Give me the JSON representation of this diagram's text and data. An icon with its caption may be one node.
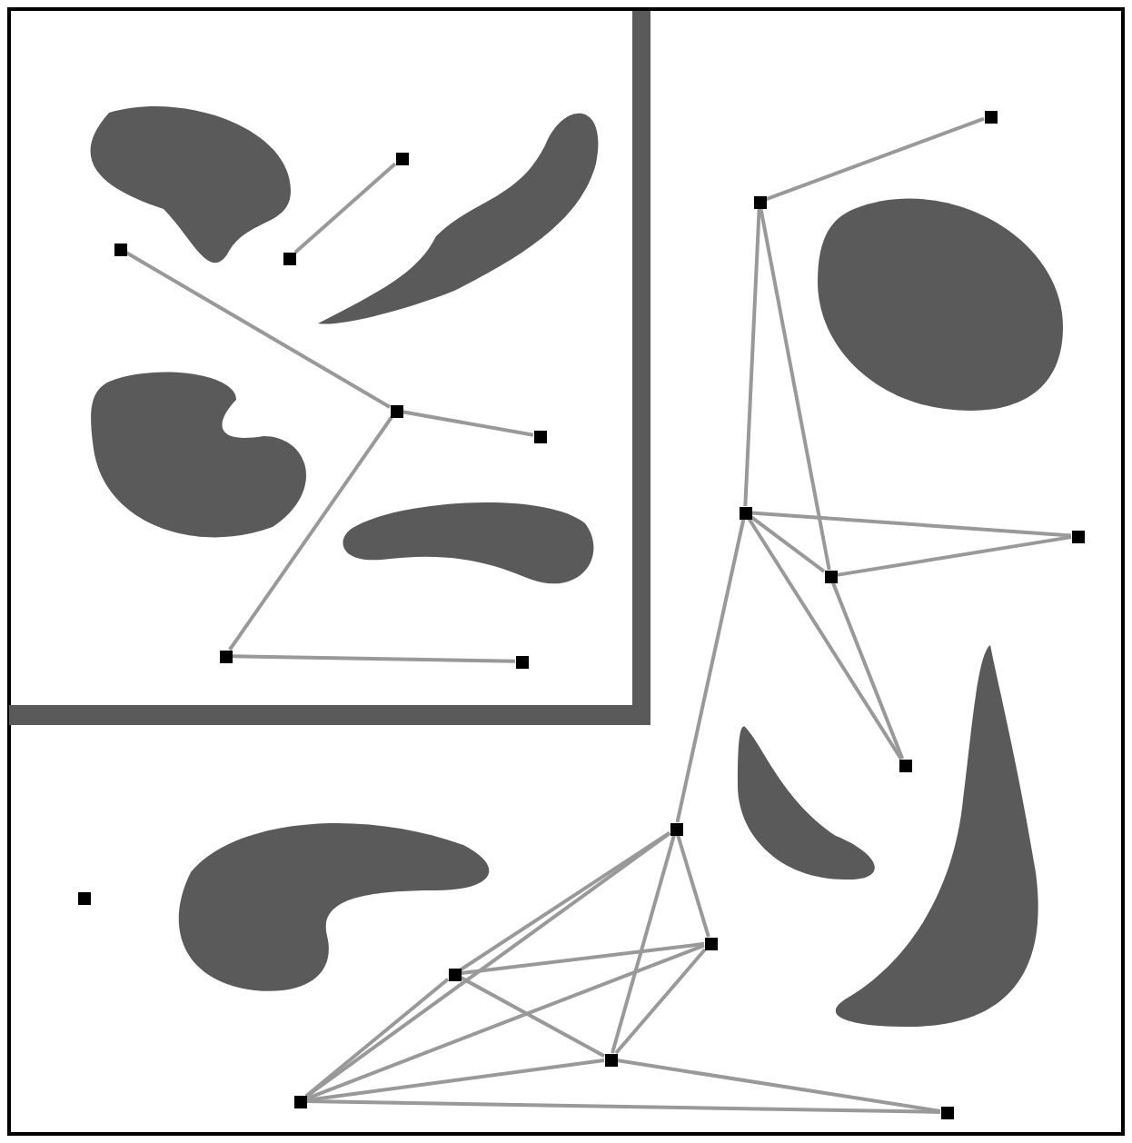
{
  "diagram": {
    "nodes": [
      {
        "text": [],
        "shape": "box"
      },
      {
        "text": [],
        "shape": "box"
      },
      {
        "text": [],
        "shape": "box"
      },
      {
        "text": [],
        "shape": "box"
      },
      {
        "text": [],
        "shape": "box"
      },
      {
        "text": [],
        "shape": "box"
      },
      {
        "text": [],
        "shape": "box"
      },
      {
        "text": [],
        "shape": "box"
      },
      {
        "text": [],
        "shape": "box"
      },
      {
        "text": [],
        "shape": "box"
      },
      {
        "text": [],
        "shape": "box"
      },
      {
        "text": [],
        "shape": "box"
      },
      {
        "text": [],
        "shape": "box"
      },
      {
        "text": [],
        "shape": "box"
      },
      {
        "text": [],
        "shape": "box"
      },
      {
        "text": [],
        "shape": "box"
      },
      {
        "text": [],
        "shape": "box"
      },
      {
        "text": [],
        "shape": "box"
      },
      {
        "text": [],
        "shape": "box"
      },
      {
        "text": [],
        "shape": "box"
      }
    ],
    "edges": [
      {
        "from": 0,
        "to": 1,
        "arrow": "none"
      },
      {
        "from": 2,
        "to": 3,
        "arrow": "none"
      },
      {
        "from": 3,
        "to": 4,
        "arrow": "none"
      },
      {
        "from": 3,
        "to": 5,
        "arrow": "none"
      },
      {
        "from": 5,
        "to": 6,
        "arrow": "none"
      },
      {
        "from": 7,
        "to": 8,
        "arrow": "none"
      },
      {
        "from": 8,
        "to": 9,
        "arrow": "none"
      },
      {
        "from": 8,
        "to": 11,
        "arrow": "none"
      },
      {
        "from": 9,
        "to": 10,
        "arrow": "none"
      },
      {
        "from": 9,
        "to": 11,
        "arrow": "none"
      },
      {
        "from": 11,
        "to": 10,
        "arrow": "none"
      },
      {
        "from": 9,
        "to": 12,
        "arrow": "none"
      },
      {
        "from": 11,
        "to": 12,
        "arrow": "none"
      },
      {
        "from": 9,
        "to": 14,
        "arrow": "none"
      },
      {
        "from": 14,
        "to": 15,
        "arrow": "none"
      },
      {
        "from": 14,
        "to": 16,
        "arrow": "none"
      },
      {
        "from": 14,
        "to": 17,
        "arrow": "none"
      },
      {
        "from": 14,
        "to": 18,
        "arrow": "none"
      },
      {
        "from": 15,
        "to": 16,
        "arrow": "none"
      },
      {
        "from": 15,
        "to": 17,
        "arrow": "none"
      },
      {
        "from": 15,
        "to": 18,
        "arrow": "none"
      },
      {
        "from": 16,
        "to": 17,
        "arrow": "none"
      },
      {
        "from": 16,
        "to": 18,
        "arrow": "none"
      },
      {
        "from": 17,
        "to": 18,
        "arrow": "none"
      },
      {
        "from": 17,
        "to": 19,
        "arrow": "none"
      },
      {
        "from": 18,
        "to": 19,
        "arrow": "none"
      }
    ]
  }
}
